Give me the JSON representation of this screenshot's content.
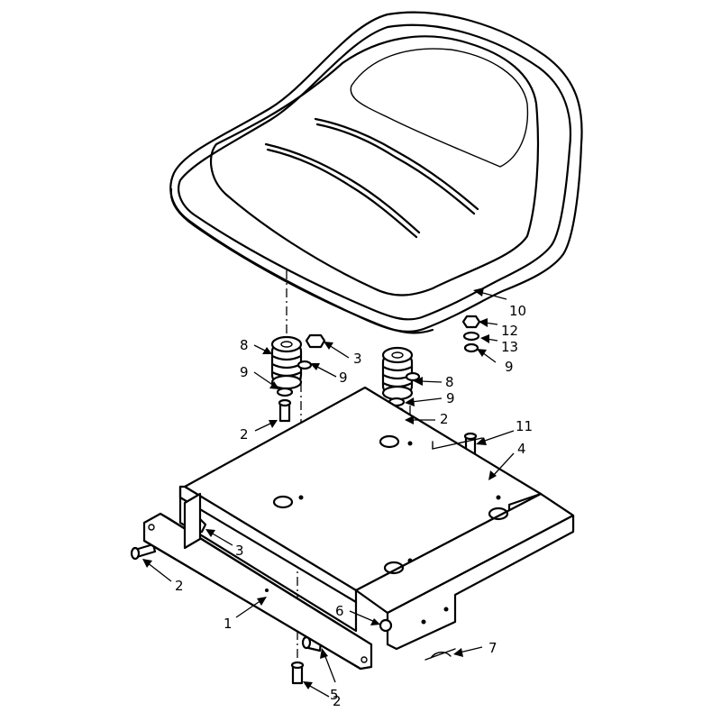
{
  "callouts": {
    "c1": "1",
    "c2a": "2",
    "c2b": "2",
    "c2c": "2",
    "c2d": "2",
    "c3a": "3",
    "c3b": "3",
    "c4": "4",
    "c5": "5",
    "c6": "6",
    "c7": "7",
    "c8a": "8",
    "c8b": "8",
    "c9a": "9",
    "c9b": "9",
    "c9c": "9",
    "c9d": "9",
    "c10": "10",
    "c11": "11",
    "c12": "12",
    "c13": "13"
  }
}
